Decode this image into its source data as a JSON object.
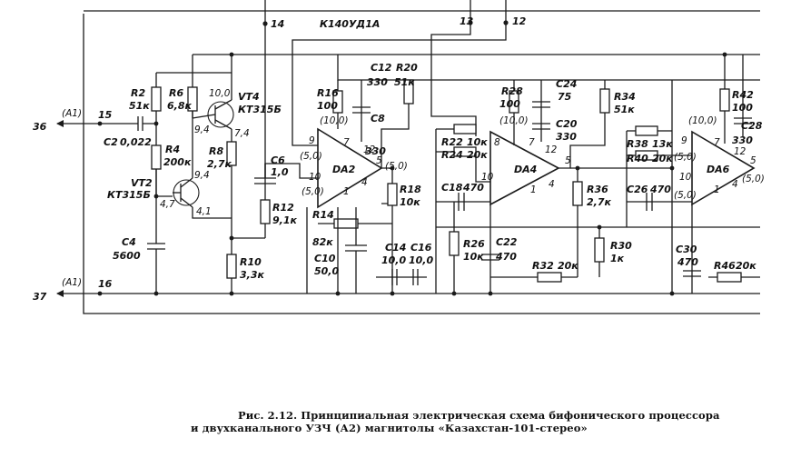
{
  "top_labels": {
    "pin14": "14",
    "ic_title": "К140УД1А",
    "pin13": "13",
    "pin12": "12"
  },
  "connectors": {
    "in_upper": "36",
    "in_upper_ref": "(А1)",
    "in_upper_pin": "15",
    "in_lower": "37",
    "in_lower_ref": "(А1)",
    "in_lower_pin": "16"
  },
  "components": {
    "r2": "R2",
    "r2v": "51к",
    "r6": "R6",
    "r6v": "6,8к",
    "c2": "C2",
    "c2v": "0,022",
    "r4": "R4",
    "r4v": "200к",
    "vt2": "VT2",
    "vt2m": "КТ315Б",
    "vt2b": "4,7",
    "vt2e": "4,1",
    "vt4": "VT4",
    "vt4m": "КТ315Б",
    "vt4c": "10,0",
    "vt4b": "9,4",
    "vt4e": "7,4",
    "vt2c": "9,4",
    "r8": "R8",
    "r8v": "2,7к",
    "c6": "C6",
    "c6v": "1,0",
    "r12": "R12",
    "r12v": "9,1к",
    "c4": "C4",
    "c4v": "5600",
    "r10": "R10",
    "r10v": "3,3к",
    "r16": "R16",
    "r16v": "100",
    "c12": "C12",
    "c12v": "330",
    "r20": "R20",
    "r20v": "51к",
    "c8": "C8",
    "c8v": "330",
    "v10_2": "(10,0)",
    "v5_2a": "(5,0)",
    "v5_2b": "(5,0)",
    "v5_2c": "(5,0)",
    "da2": "DA2",
    "r14": "R14",
    "r14v": "82к",
    "r18": "R18",
    "r18v": "10к",
    "c10": "C10",
    "c10v": "50,0",
    "c14": "C14",
    "c14v": "10,0",
    "c16": "C16",
    "c16v": "10,0",
    "r22": "R22",
    "r22v": "10к",
    "r24": "R24",
    "r24v": "20к",
    "c18": "C18",
    "c18v": "470",
    "r26": "R26",
    "r26v": "10к",
    "c22": "C22",
    "c22v": "470",
    "r28": "R28",
    "r28v": "100",
    "v10_4": "(10,0)",
    "c24": "C24",
    "c24v": "75",
    "c20": "C20",
    "c20v": "330",
    "r34": "R34",
    "r34v": "51к",
    "da4": "DA4",
    "r36": "R36",
    "r36v": "2,7к",
    "r30": "R30",
    "r30v": "1к",
    "r32": "R32",
    "r32v": "20к",
    "r38": "R38",
    "r38v": "13к",
    "r40": "R40",
    "r40v": "20к",
    "c26": "C26",
    "c26v": "470",
    "v10_6": "(10,0)",
    "v5_6a": "(5,0)",
    "v5_6b": "(5,0)",
    "v5_6c": "(5,0)",
    "r42": "R42",
    "r42v": "100",
    "c28": "C28",
    "c28v": "330",
    "da6": "DA6",
    "c30": "C30",
    "c30v": "470",
    "r46": "R46",
    "r46v": "20к"
  },
  "pins": {
    "p9": "9",
    "p10": "10",
    "p7": "7",
    "p12": "12",
    "p5": "5",
    "p4": "4",
    "p1": "1",
    "p8": "8"
  },
  "caption": {
    "line1": "Рис. 2.12. Принципиальная электрическая схема бифонического процессора",
    "line2": "и двухканального УЗЧ (А2) магнитолы «Казахстан-101-стерео»"
  }
}
